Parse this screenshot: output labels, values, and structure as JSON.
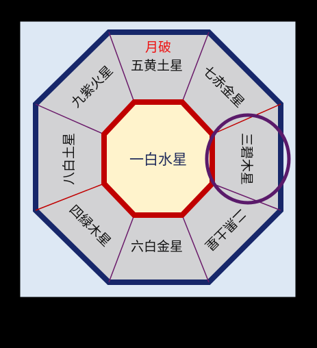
{
  "diagram": {
    "center_label": "一白水星",
    "month_break_label": "月破",
    "sectors": {
      "top": "五黄土星",
      "top_right": "七赤金星",
      "right": "三碧木星",
      "bottom_right": "二黒土星",
      "bottom": "六白金星",
      "bottom_left": "四緑木星",
      "left": "八白土星",
      "top_left": "九紫火星"
    },
    "highlighted_sector": "right",
    "colors": {
      "background_panel": "#dde8f4",
      "outer_border": "#17276a",
      "sector_fill": "#d2d2d4",
      "center_fill": "#fff3cc",
      "center_border": "#c00000",
      "divider_lines": "#6a1a6a",
      "opposition_line": "#c00000",
      "highlight_ring": "#5a1a6a",
      "month_break_text": "#ee1111"
    }
  }
}
